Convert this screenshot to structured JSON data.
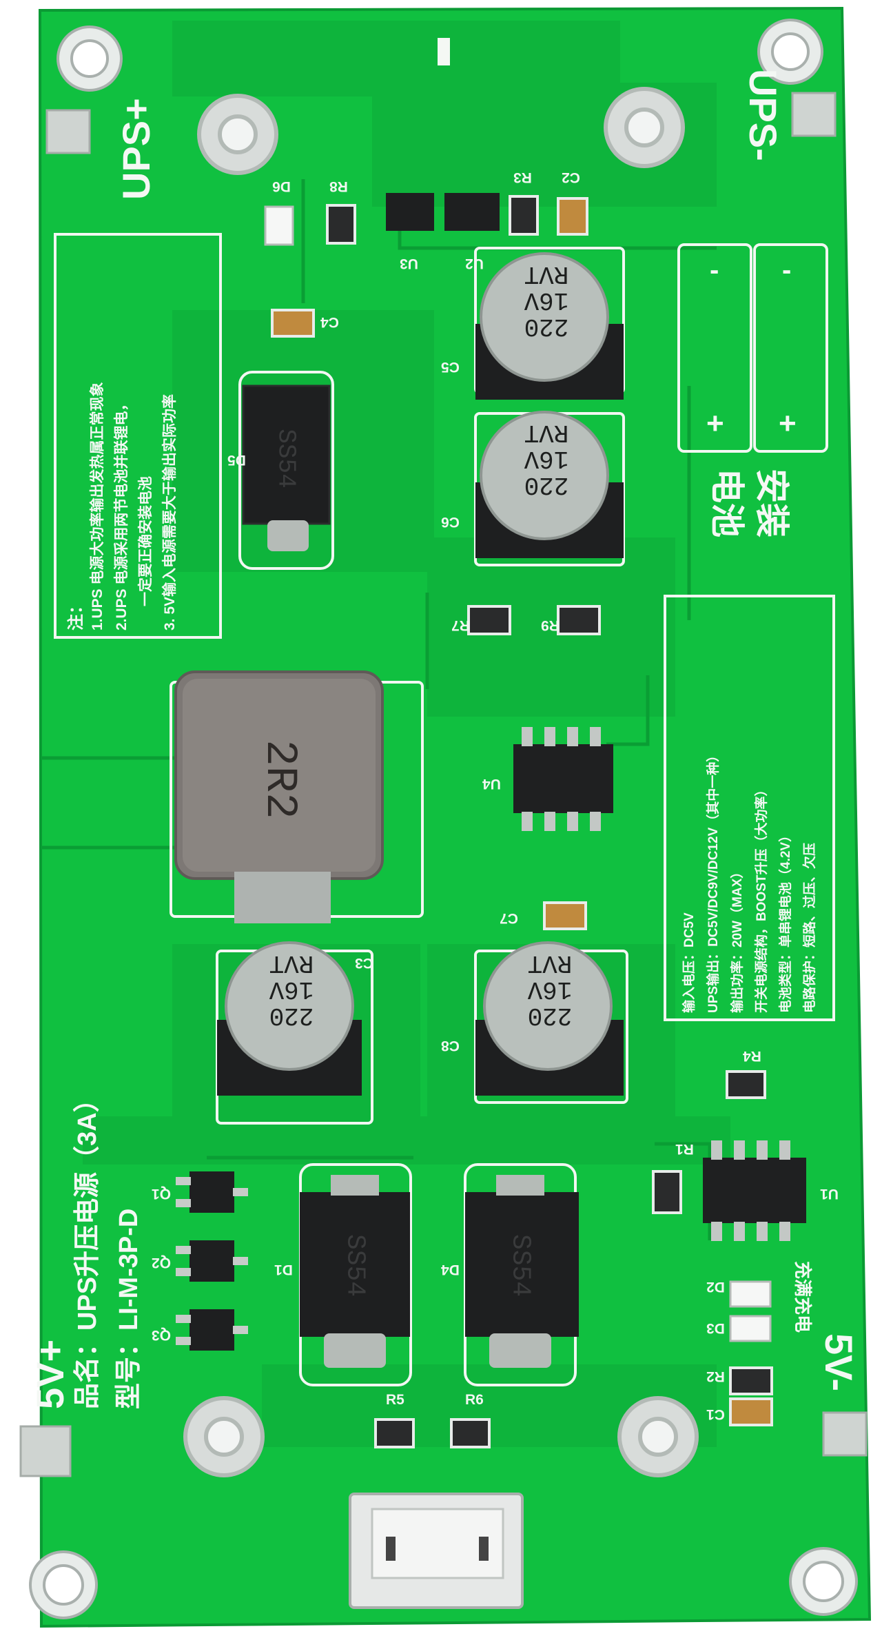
{
  "image": {
    "type": "photo",
    "subject": "UPS boost power supply module PCB",
    "colors": {
      "background": "#ffffff",
      "pcb": "#10c040",
      "pcb_dark": "#0aa836",
      "silkscreen": "#f4f8f4",
      "component_black": "#1e1f20",
      "capacitor_silver": "#b9c0bc",
      "inductor": "#7d7875",
      "pad": "#c9cdcb"
    }
  },
  "board": {
    "label_ups_plus": "UPS+",
    "label_ups_minus": "UPS-",
    "label_5v_plus": "5V+",
    "label_5v_minus": "5V-",
    "product_name": "品名：UPS升压电源（3A）",
    "model": "型号：LI-M-3P-D",
    "battery_install": [
      "电池",
      "安装"
    ],
    "batt_minus": "-",
    "batt_plus": "+",
    "notes": {
      "title": "注：",
      "lines": [
        "1.UPS 电源大功率输出发热属正常现象",
        "2.UPS 电源采用两节电池并联锂电，",
        "一定要正确安装电池",
        "3. 5V输入电源需要大于输出实际功率"
      ]
    },
    "specs": [
      "输入电压：DC5V",
      "UPS输出：DC5V/DC9V/DC12V（其中一种）",
      "输出功率：20W（MAX）",
      "开关电源结构，BOOST升压（大功率）",
      "电池类型：单串锂电池（4.2V）",
      "电路保护：短路、过压、欠压"
    ],
    "charge_led_label": "充满充电",
    "capacitor_marking": [
      "220",
      "16V",
      "RVT"
    ],
    "inductor_marking": "2R2",
    "diode_marking": "SS54",
    "refs": {
      "D6": "D6",
      "R8": "R8",
      "R3": "R3",
      "C2": "C2",
      "U3": "U3",
      "U2": "U2",
      "C4": "C4",
      "C5": "C5",
      "C6": "C6",
      "D5": "D5",
      "R7": "R7",
      "R9": "R9",
      "U4": "U4",
      "C7": "C7",
      "C3": "C3",
      "C8": "C8",
      "R4": "R4",
      "R1": "R1",
      "U1": "U1",
      "Q1": "Q1",
      "Q2": "Q2",
      "Q3": "Q3",
      "D1": "D1",
      "D4": "D4",
      "D2": "D2",
      "D3": "D3",
      "R2": "R2",
      "C1": "C1",
      "R5": "R5",
      "R6": "R6"
    }
  }
}
